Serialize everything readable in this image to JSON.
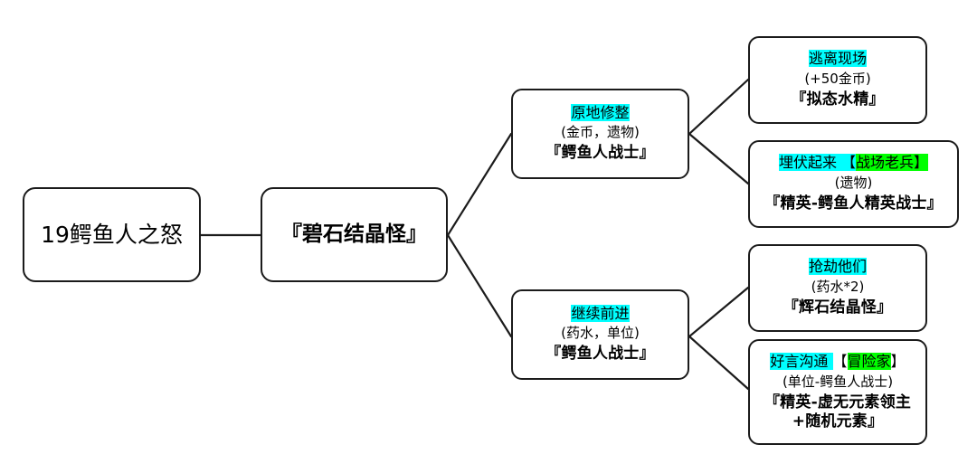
{
  "diagram": {
    "type": "event-flowchart",
    "title_node": "19鳄鱼人之怒",
    "background": "#ffffff",
    "border_color": "#1b1b1b",
    "highlight_cyan": "#00ffff",
    "highlight_green": "#00ff00"
  },
  "nodes": {
    "root": {
      "label": "19鳄鱼人之怒"
    },
    "encounter": {
      "label": "『碧石结晶怪』"
    },
    "branch_top": {
      "option": "原地修整",
      "reward": "(金币，遗物)",
      "result": "『鳄鱼人战士』"
    },
    "branch_bottom": {
      "option": "继续前进",
      "reward": "(药水，单位)",
      "result": "『鳄鱼人战士』"
    },
    "leaf_1": {
      "option": "逃离现场",
      "reward": "(+50金币)",
      "result": "『拟态水精』"
    },
    "leaf_2": {
      "option": "埋伏起来 【",
      "option_tag": "战场老兵】",
      "reward": "(遗物)",
      "result": "『精英-鳄鱼人精英战士』"
    },
    "leaf_3": {
      "option": "抢劫他们",
      "reward": "(药水*2)",
      "result": "『辉石结晶怪』"
    },
    "leaf_4": {
      "option": "好言沟通 ",
      "bracket_open": "【",
      "option_tag": "冒险家",
      "bracket_close": "】",
      "reward": "(单位-鳄鱼人战士)",
      "result": "『精英-虚无元素领主+随机元素』"
    }
  }
}
